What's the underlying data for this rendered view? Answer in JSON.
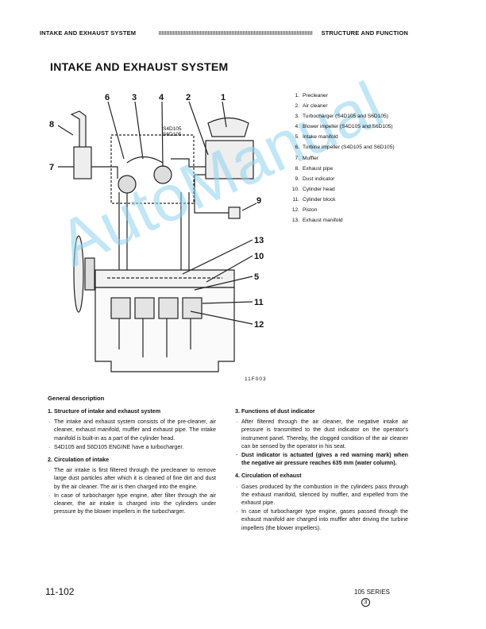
{
  "header": {
    "left": "INTAKE AND EXHAUST SYSTEM",
    "right": "STRUCTURE AND FUNCTION"
  },
  "title": "INTAKE AND EXHAUST SYSTEM",
  "legend": [
    {
      "n": "1.",
      "text": "Precleaner"
    },
    {
      "n": "2.",
      "text": "Air cleaner"
    },
    {
      "n": "3.",
      "text": "Turbocharger (S4D105 and S6D105)"
    },
    {
      "n": "4.",
      "text": "Blower impeller (S4D105 and S6D105)"
    },
    {
      "n": "5.",
      "text": "Intake manifold"
    },
    {
      "n": "6.",
      "text": "Turbine impeller (S4D105 and S6D105)"
    },
    {
      "n": "7.",
      "text": "Muffler"
    },
    {
      "n": "8.",
      "text": "Exhaust pipe"
    },
    {
      "n": "9.",
      "text": "Dust indicator"
    },
    {
      "n": "10.",
      "text": "Cylinder head"
    },
    {
      "n": "11.",
      "text": "Cylinder block"
    },
    {
      "n": "12.",
      "text": "Piston"
    },
    {
      "n": "13.",
      "text": "Exhaust manifold"
    }
  ],
  "diagram": {
    "callouts": [
      "6",
      "3",
      "4",
      "2",
      "1",
      "8",
      "7",
      "9",
      "13",
      "10",
      "5",
      "11",
      "12"
    ],
    "turbo_label_1": "S4D105",
    "turbo_label_2": "S6D105",
    "figure_code": "11F003"
  },
  "watermark": "AutoManual",
  "general_title": "General description",
  "sections": {
    "s1": {
      "title": "1.  Structure of intake and exhaust system",
      "bullets": [
        "The intake and exhaust system consists of the pre-cleaner, air cleaner, exhaust manifold, muffler and exhaust pipe.  The intake manifold is built-in as a part of the cylinder head.",
        "S4D105 and S6D105 ENGINE have a turbocharger."
      ]
    },
    "s2": {
      "title": "2.  Circulation of intake",
      "bullets": [
        "The air intake is first filtered through the precleaner to remove large dust particles after which it is cleaned of fine dirt and dust by the air cleaner.  The air is then charged into the engine.",
        "In case of turbocharger type engine, after filter through the air cleaner, the air intake is charged into the cylinders under pressure by the blower impellers in the turbocharger."
      ]
    },
    "s3": {
      "title": "3.  Functions of dust indicator",
      "bullets": [
        "After filtered through the air cleaner, the negative intake air pressure is transmitted to the dust indicator on the operator's instrument panel.  Thereby, the clogged condition of the air cleaner can be sensed by the operator in his seat.",
        "Dust indicator is actuated (gives a red warning mark) when the negative air pressure reaches 635 mm (water column)."
      ]
    },
    "s4": {
      "title": "4.  Circulation of exhaust",
      "bullets": [
        "Gases produced by the combustion in the cylinders pass through the exhaust manifold, silenced by muffler, and expelled from the exhaust pipe.",
        "In case of turbocharger type engine, gases passed through the exhaust manifold are charged into muffler after driving the turbine impellers (the blower impellers)."
      ]
    }
  },
  "footer": {
    "page_number": "11-102",
    "series": "105 SERIES",
    "circled": "3"
  }
}
